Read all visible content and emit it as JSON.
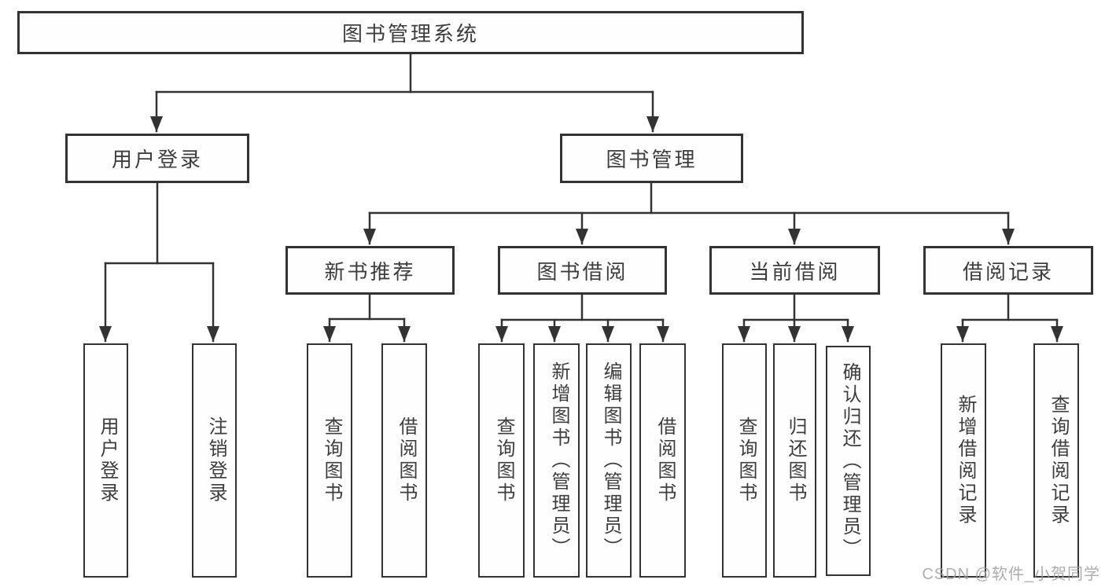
{
  "colors": {
    "line": "#333333",
    "text": "#3d3d3d",
    "background": "#ffffff",
    "watermark": "#9f9f9f"
  },
  "watermark": "CSDN @软件_小贺同学",
  "tree": {
    "label": "图书管理系统",
    "children": [
      {
        "label": "用户登录",
        "children": [
          {
            "label": "用户登录"
          },
          {
            "label": "注销登录"
          }
        ]
      },
      {
        "label": "图书管理",
        "children": [
          {
            "label": "新书推荐",
            "children": [
              {
                "label": "查询图书"
              },
              {
                "label": "借阅图书"
              }
            ]
          },
          {
            "label": "图书借阅",
            "children": [
              {
                "label": "查询图书"
              },
              {
                "label": "新增图书（管理员）"
              },
              {
                "label": "编辑图书（管理员）"
              },
              {
                "label": "借阅图书"
              }
            ]
          },
          {
            "label": "当前借阅",
            "children": [
              {
                "label": "查询图书"
              },
              {
                "label": "归还图书"
              },
              {
                "label": "确认归还（管理员）"
              }
            ]
          },
          {
            "label": "借阅记录",
            "children": [
              {
                "label": "新增借阅记录"
              },
              {
                "label": "查询借阅记录"
              }
            ]
          }
        ]
      }
    ]
  }
}
